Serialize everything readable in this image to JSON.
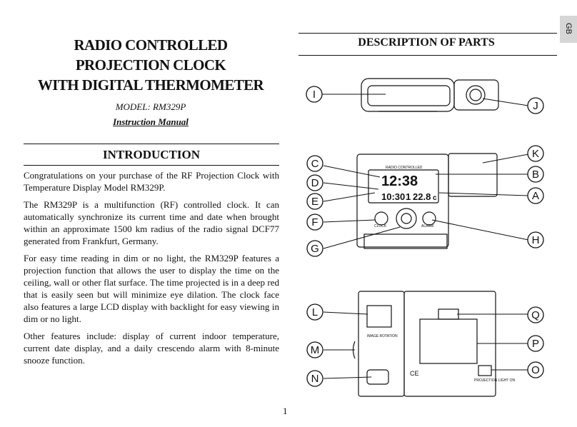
{
  "lang_tab": "GB",
  "title_lines": [
    "RADIO CONTROLLED",
    "PROJECTION CLOCK",
    "WITH DIGITAL THERMOMETER"
  ],
  "model": "MODEL: RM329P",
  "manual": "Instruction  Manual",
  "intro_heading": "INTRODUCTION",
  "paragraphs": [
    "Congratulations on your purchase of the RF Projection Clock with Temperature Display Model RM329P.",
    "The RM329P is a multifunction (RF) controlled clock. It can automatically synchronize its current time and date when brought within an approximate 1500 km radius of the radio signal DCF77 generated from Frankfurt, Germany.",
    "For easy time reading in dim or no light, the RM329P features a projection function that allows the user to display the time on the ceiling, wall or other flat surface. The time projected is in a deep red that is easily seen but will minimize eye dilation.  The clock face also features a large LCD display with backlight for easy viewing in dim or no light.",
    "Other features include: display of current indoor temperature, current date display, and a daily crescendo alarm with 8-minute snooze  function."
  ],
  "parts_heading": "DESCRIPTION  OF  PARTS",
  "callouts": [
    "I",
    "J",
    "C",
    "K",
    "D",
    "B",
    "E",
    "A",
    "F",
    "H",
    "G",
    "L",
    "Q",
    "M",
    "P",
    "N",
    "O"
  ],
  "device": {
    "front_label": "RADIO CONTROLLED",
    "lcd_time": "12:38",
    "lcd_date": "10:30",
    "lcd_temp": "22.8",
    "lcd_temp_unit": "c",
    "lcd_date_sep": "1",
    "clock_btn": "CLOCK",
    "alarm_btn": "ALARM",
    "image_rotation": "IMAGE ROTATION",
    "ce_mark": "CE",
    "projection_label": "PROJECTION LIGHT ON"
  },
  "page_number": "1"
}
